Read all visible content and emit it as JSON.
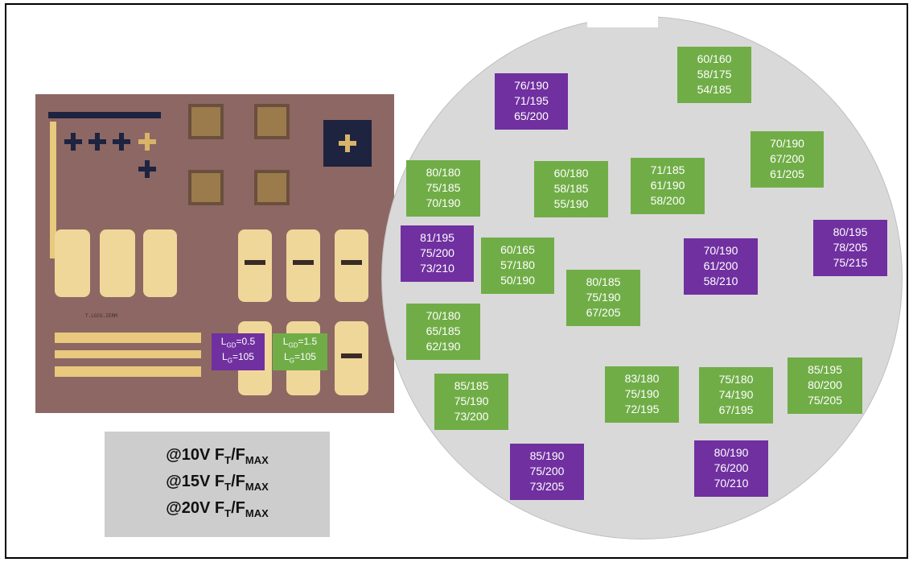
{
  "colors": {
    "green": "#70ad47",
    "purple": "#7030a0",
    "wafer": "#d9d9d9",
    "legend_bg": "#cdcdcd"
  },
  "die": {
    "label_text": "T.LGCG.IERM",
    "tag_purple": {
      "line1_main": "L",
      "line1_sub": "GD",
      "line1_val": "=0.5",
      "line2_main": "L",
      "line2_sub": "G",
      "line2_val": "=105"
    },
    "tag_green": {
      "line1_main": "L",
      "line1_sub": "GD",
      "line1_val": "=1.5",
      "line2_main": "L",
      "line2_sub": "G",
      "line2_val": "=105"
    }
  },
  "legend": {
    "rows": [
      {
        "prefix": "@10V F",
        "sub1": "T",
        "mid": "/F",
        "sub2": "MAX"
      },
      {
        "prefix": "@15V F",
        "sub1": "T",
        "mid": "/F",
        "sub2": "MAX"
      },
      {
        "prefix": "@20V F",
        "sub1": "T",
        "mid": "/F",
        "sub2": "MAX"
      }
    ]
  },
  "wafer_boxes": [
    {
      "color": "green",
      "lines": [
        "60/160",
        "58/175",
        "54/185"
      ]
    },
    {
      "color": "purple",
      "lines": [
        "76/190",
        "71/195",
        "65/200"
      ]
    },
    {
      "color": "green",
      "lines": [
        "70/190",
        "67/200",
        "61/205"
      ]
    },
    {
      "color": "green",
      "lines": [
        "80/180",
        "75/185",
        "70/190"
      ]
    },
    {
      "color": "green",
      "lines": [
        "60/180",
        "58/185",
        "55/190"
      ]
    },
    {
      "color": "green",
      "lines": [
        "71/185",
        "61/190",
        "58/200"
      ]
    },
    {
      "color": "purple",
      "lines": [
        "80/195",
        "78/205",
        "75/215"
      ]
    },
    {
      "color": "purple",
      "lines": [
        "81/195",
        "75/200",
        "73/210"
      ]
    },
    {
      "color": "green",
      "lines": [
        "60/165",
        "57/180",
        "50/190"
      ]
    },
    {
      "color": "purple",
      "lines": [
        "70/190",
        "61/200",
        "58/210"
      ]
    },
    {
      "color": "green",
      "lines": [
        "80/185",
        "75/190",
        "67/205"
      ]
    },
    {
      "color": "green",
      "lines": [
        "70/180",
        "65/185",
        "62/190"
      ]
    },
    {
      "color": "green",
      "lines": [
        "85/185",
        "75/190",
        "73/200"
      ]
    },
    {
      "color": "green",
      "lines": [
        "83/180",
        "75/190",
        "72/195"
      ]
    },
    {
      "color": "green",
      "lines": [
        "75/180",
        "74/190",
        "67/195"
      ]
    },
    {
      "color": "green",
      "lines": [
        "85/195",
        "80/200",
        "75/205"
      ]
    },
    {
      "color": "purple",
      "lines": [
        "85/190",
        "75/200",
        "73/205"
      ]
    },
    {
      "color": "purple",
      "lines": [
        "80/190",
        "76/200",
        "70/210"
      ]
    }
  ]
}
